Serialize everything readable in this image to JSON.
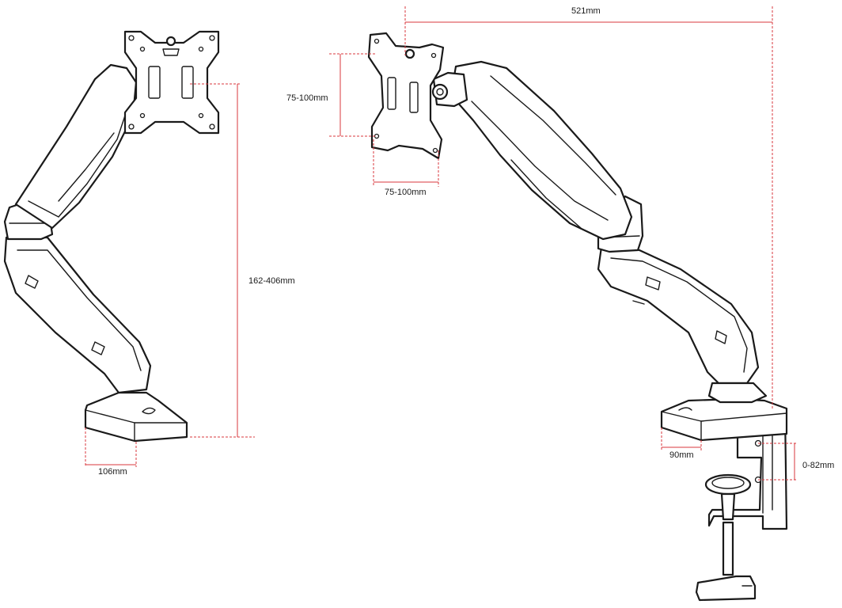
{
  "dimensions": {
    "overall_reach": "521mm",
    "vesa_height": "75-100mm",
    "vesa_width": "75-100mm",
    "height_range": "162-406mm",
    "base_depth_left": "106mm",
    "base_depth_right": "90mm",
    "desk_thickness": "0-82mm"
  },
  "colors": {
    "dimension_line": "#d8373c",
    "outline": "#1a1a1a"
  }
}
